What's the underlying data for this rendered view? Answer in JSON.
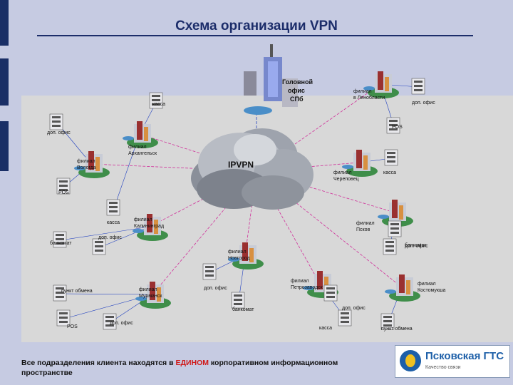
{
  "title": "Схема организации VPN",
  "cloud_label": "IPVPN",
  "caption": {
    "before": "Все подразделения клиента находятся в ",
    "highlight": "ЕДИНОМ",
    "after": " корпоративном информационном пространстве"
  },
  "logo": {
    "name": "Псковская ГТС",
    "sub": "Качество связи"
  },
  "hq_label": [
    "Головной",
    "офис",
    "СПб"
  ],
  "branches": [
    {
      "label": [
        "филиал",
        "Архангельск"
      ]
    },
    {
      "label": [
        "филиал",
        "Вологда"
      ]
    },
    {
      "label": [
        "филиал",
        "Калининград"
      ]
    },
    {
      "label": [
        "филиал",
        "Мурманск"
      ]
    },
    {
      "label": [
        "филиал",
        "Новгород"
      ]
    },
    {
      "label": [
        "филиал",
        "Петрозаводск"
      ]
    },
    {
      "label": [
        "филиал",
        "Костомукша"
      ]
    },
    {
      "label": [
        "филиал",
        "Псков"
      ]
    },
    {
      "label": [
        "филиал",
        "Череповец"
      ]
    },
    {
      "label": [
        "филиал",
        "в Ленобласти"
      ]
    }
  ],
  "devices": [
    {
      "label": "касса"
    },
    {
      "label": "доп. офис"
    },
    {
      "label": "POS"
    },
    {
      "label": "касса"
    },
    {
      "label": "банкомат"
    },
    {
      "label": "доп. офис"
    },
    {
      "label": "пункт обмена"
    },
    {
      "label": "POS"
    },
    {
      "label": "доп. офис"
    },
    {
      "label": "доп. офис"
    },
    {
      "label": "банкомат"
    },
    {
      "label": "касса"
    },
    {
      "label": "доп. офис"
    },
    {
      "label": "пункт обмена"
    },
    {
      "label": "банкомат"
    },
    {
      "label": "доп. офис"
    },
    {
      "label": "касса"
    },
    {
      "label": "доп. офис"
    },
    {
      "label": "POS"
    }
  ],
  "colors": {
    "background": "#c6cbe2",
    "panel": "#d8d8d8",
    "title": "#1c2d6a",
    "highlight": "#d01818",
    "link_red": "#d0309a",
    "link_blue": "#2040c0"
  }
}
